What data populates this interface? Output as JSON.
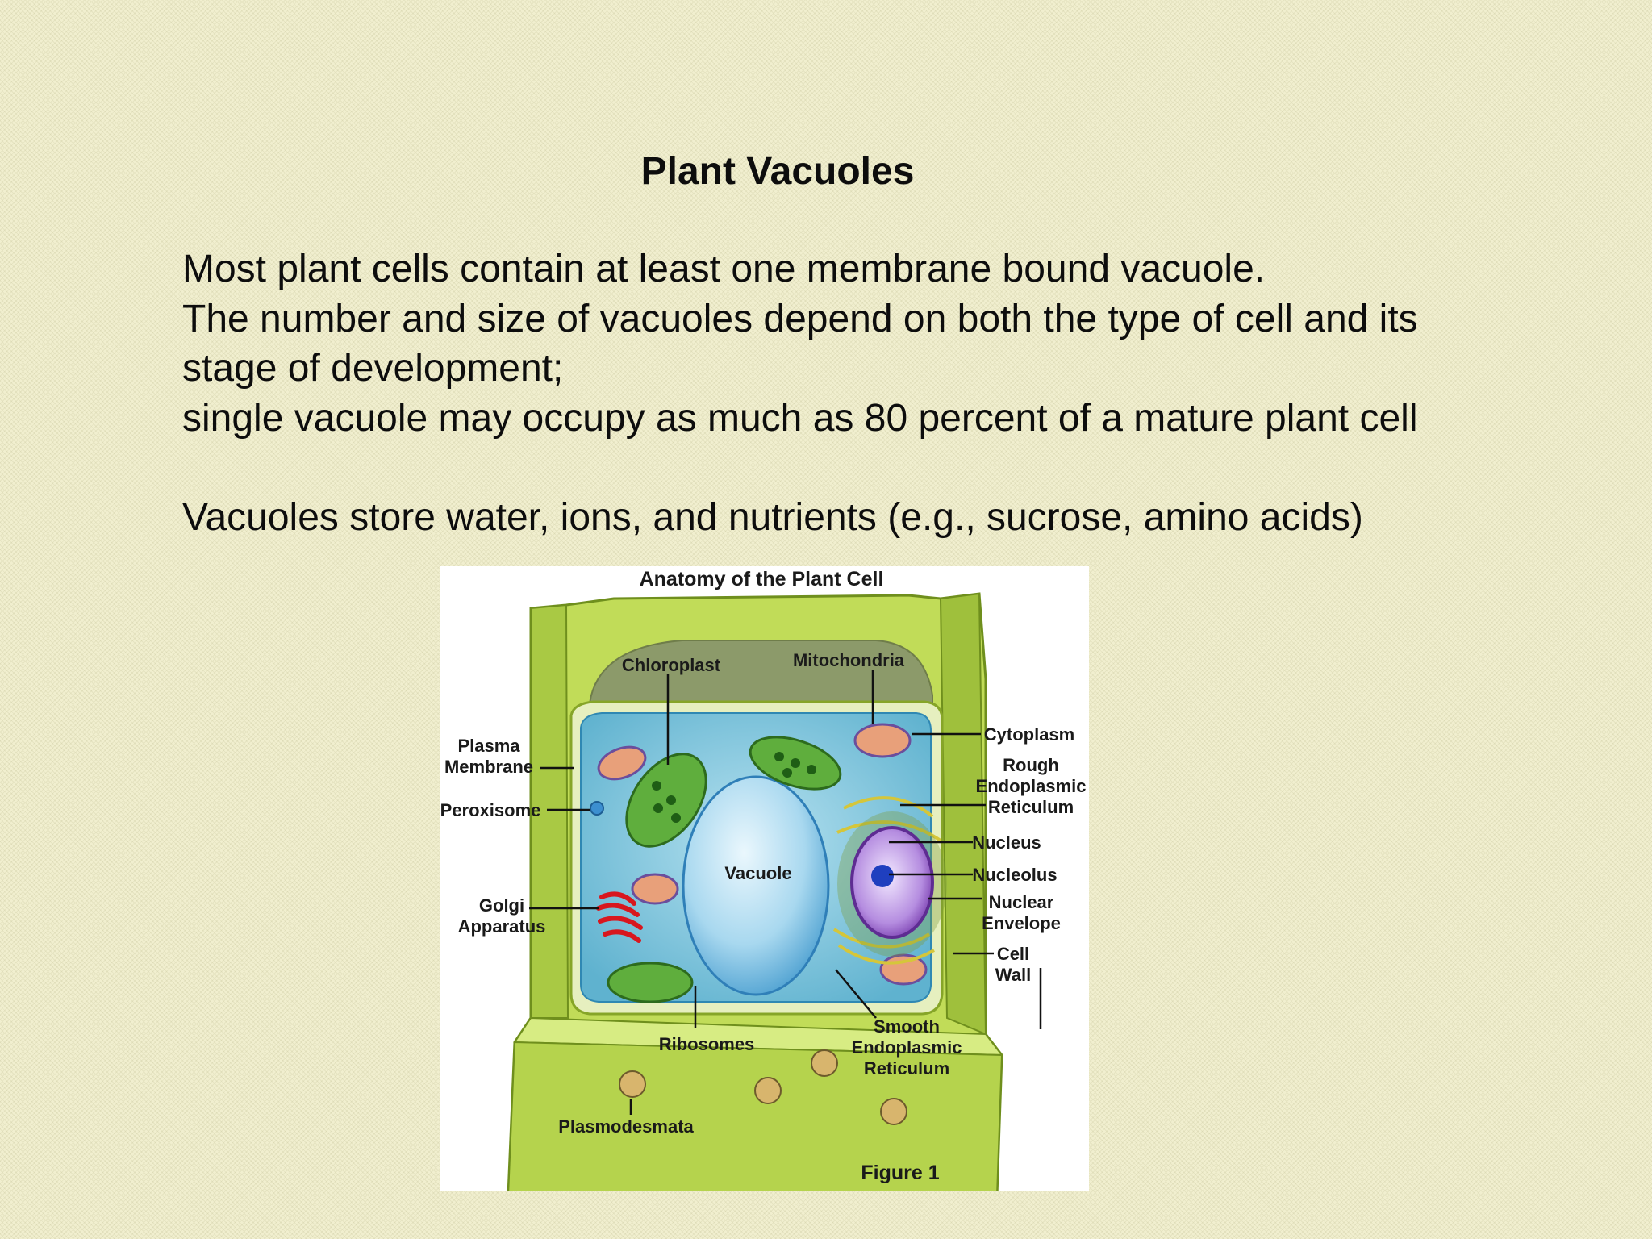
{
  "slide": {
    "title": "Plant Vacuoles",
    "lines": [
      "Most plant cells contain at least one membrane bound vacuole.",
      "The number and size of vacuoles depend on both the type of cell and its",
      "stage of development;",
      "single vacuole may occupy as much as 80 percent of a mature plant cell",
      "Vacuoles store water, ions, and nutrients (e.g., sucrose, amino acids)"
    ]
  },
  "figure": {
    "title": "Anatomy of the Plant Cell",
    "caption": "Figure 1",
    "labels": {
      "chloroplast": "Chloroplast",
      "mitochondria": "Mitochondria",
      "plasma_membrane_1": "Plasma",
      "plasma_membrane_2": "Membrane",
      "peroxisome": "Peroxisome",
      "golgi_1": "Golgi",
      "golgi_2": "Apparatus",
      "vacuole": "Vacuole",
      "cytoplasm": "Cytoplasm",
      "rough_er_1": "Rough",
      "rough_er_2": "Endoplasmic",
      "rough_er_3": "Reticulum",
      "nucleus": "Nucleus",
      "nucleolus": "Nucleolus",
      "nuclear_envelope_1": "Nuclear",
      "nuclear_envelope_2": "Envelope",
      "cell_wall_1": "Cell",
      "cell_wall_2": "Wall",
      "smooth_er_1": "Smooth",
      "smooth_er_2": "Endoplasmic",
      "smooth_er_3": "Reticulum",
      "ribosomes": "Ribosomes",
      "plasmodesmata": "Plasmodesmata"
    }
  }
}
